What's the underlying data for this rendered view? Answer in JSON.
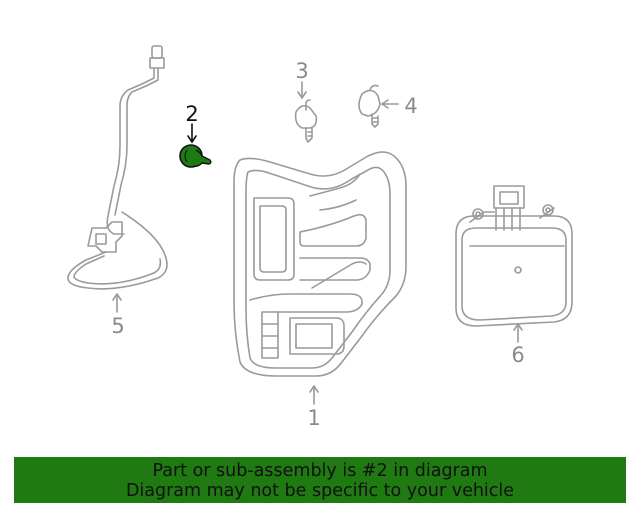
{
  "callouts": {
    "one": "1",
    "two": "2",
    "three": "3",
    "four": "4",
    "five": "5",
    "six": "6"
  },
  "highlighted_part": "2",
  "colors": {
    "line": "#9a9a9a",
    "highlight_fill": "#1e7a12",
    "banner_background": "#1f7a12",
    "text_active": "#111111",
    "text_muted": "#8a8a8a"
  },
  "banner": {
    "line1": "Part or sub-assembly is #2 in diagram",
    "line2": "Diagram may not be specific to your vehicle"
  }
}
